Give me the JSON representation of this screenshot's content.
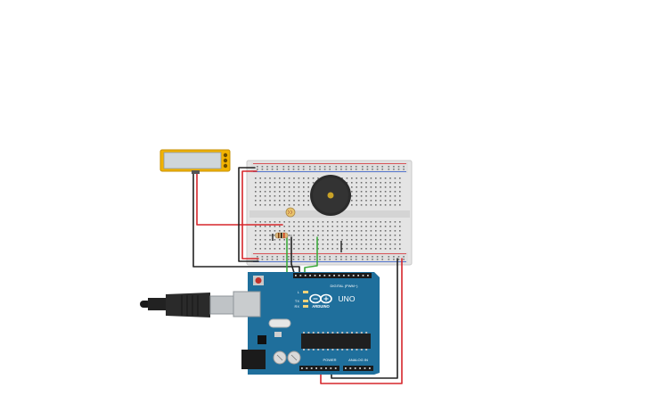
{
  "arduino": {
    "logo_text": "ARDUINO",
    "model": "UNO",
    "digital_label": "DIGITAL (PWM~)",
    "power_label": "POWER",
    "analog_label": "ANALOG IN",
    "led_labels": [
      "L",
      "TX",
      "RX"
    ]
  },
  "colors": {
    "board": "#1f6f9c",
    "breadboard": "#e6e6e6",
    "wire_red": "#d6262b",
    "wire_black": "#222222",
    "wire_green": "#3daa3d",
    "sensor_frame": "#f2b300",
    "buzzer": "#2a2a2a"
  },
  "icons": [
    "usb-cable-icon",
    "buzzer-icon",
    "photoresistor-icon",
    "resistor-icon",
    "reset-button-icon",
    "arduino-infinity-logo-icon",
    "sensor-module-icon"
  ]
}
